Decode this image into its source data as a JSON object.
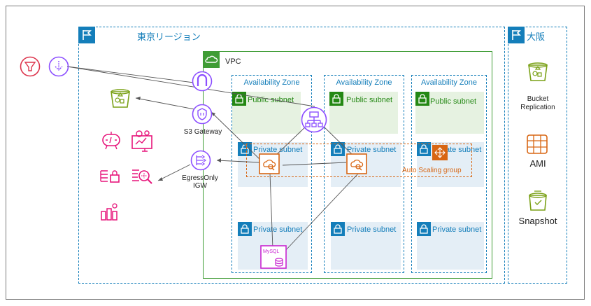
{
  "regions": {
    "tokyo": {
      "label": "東京リージョン"
    },
    "osaka": {
      "label": "大阪"
    }
  },
  "vpc": {
    "label": "VPC"
  },
  "availability_zones": [
    {
      "label": "Availability Zone"
    },
    {
      "label": "Availability Zone"
    },
    {
      "label": "Availability Zone"
    }
  ],
  "subnets": {
    "public": [
      "Public subnet",
      "Public subnet",
      "Public subnet"
    ],
    "private_top": [
      "Private subnet",
      "Private subnet",
      "Private subnet"
    ],
    "private_bottom": [
      "Private subnet",
      "Private subnet",
      "Private subnet"
    ]
  },
  "auto_scaling_group": {
    "label": "Auto Scaling group"
  },
  "services": {
    "s3_gateway": "S3 Gateway",
    "egress_line1": "EgressOnly",
    "egress_line2": "IGW"
  },
  "osaka_items": {
    "bucket_line1": "Bucket",
    "bucket_line2": "Replication",
    "ami": "AMI",
    "snapshot": "Snapshot"
  },
  "rds_icon_text": "MySQL",
  "colors": {
    "region": "#147eba",
    "vpc": "#3f9c35",
    "public_subnet": "#248814",
    "compute": "#d86613",
    "network": "#8c4fff",
    "storage": "#7aa116",
    "management": "#e7157b",
    "security": "#dd344c",
    "database": "#c925d1"
  }
}
